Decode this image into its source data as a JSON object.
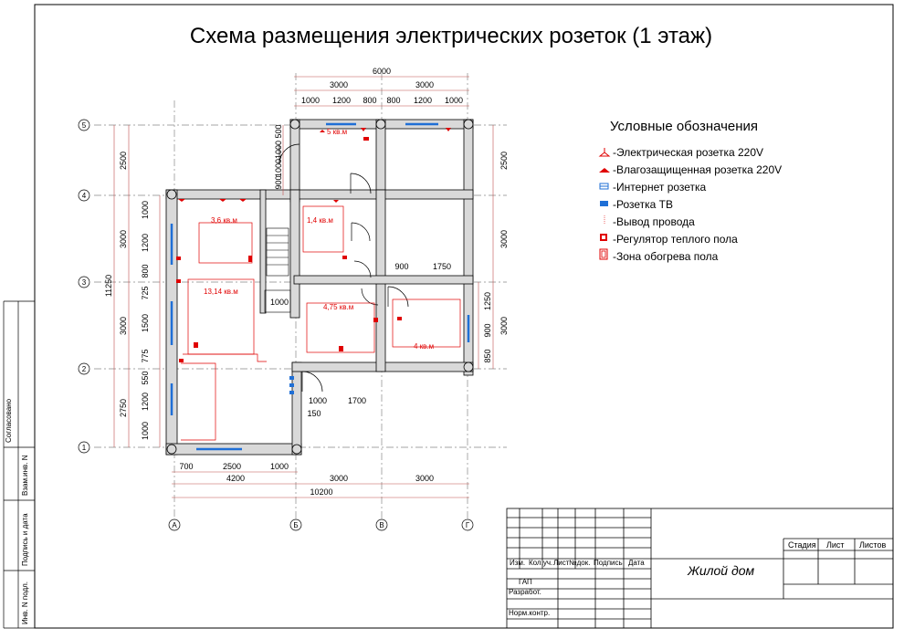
{
  "title": "Схема размещения электрических розеток (1 этаж)",
  "legend": {
    "title": "Условные обозначения",
    "items": [
      {
        "label": "-Электрическая розетка 220V",
        "icon": "socket-icon"
      },
      {
        "label": "-Влагозащищенная розетка 220V",
        "icon": "waterproof-socket-icon"
      },
      {
        "label": "-Интернет розетка",
        "icon": "internet-socket-icon"
      },
      {
        "label": "-Розетка ТВ",
        "icon": "tv-socket-icon"
      },
      {
        "label": "-Вывод провода",
        "icon": "wire-outlet-icon"
      },
      {
        "label": "-Регулятор теплого пола",
        "icon": "floor-heating-regulator-icon"
      },
      {
        "label": "-Зона обогрева пола",
        "icon": "floor-heating-zone-icon"
      }
    ]
  },
  "rooms": [
    "5 кв.м",
    "3,6 кв.м",
    "1,4 кв.м",
    "13,14 кв.м",
    "4,75 кв.м",
    "4 кв.м"
  ],
  "axes": {
    "rows": [
      "5",
      "4",
      "3",
      "2",
      "1"
    ],
    "cols": [
      "А",
      "Б",
      "В",
      "Г"
    ]
  },
  "dims": {
    "top_total": "6000",
    "top_mid": [
      "3000",
      "3000"
    ],
    "top_small": [
      "1000",
      "1200",
      "800",
      "800",
      "1200",
      "1000"
    ],
    "bottom_a": [
      "700",
      "2500",
      "1000"
    ],
    "bottom_b": [
      "4200",
      "3000",
      "3000"
    ],
    "bottom_total": "10200",
    "left_outer": [
      "2500",
      "3000",
      "3000",
      "2750"
    ],
    "left_total": "11250",
    "left_inner": [
      "1000",
      "1200",
      "800",
      "725",
      "1500",
      "775",
      "550",
      "1200",
      "1000"
    ],
    "right": [
      "2500",
      "3000",
      "3000"
    ],
    "right_inner": [
      "1250",
      "900",
      "850"
    ],
    "top_right_vertical": [
      "500",
      "1000",
      "1000",
      "900"
    ],
    "interior": [
      "900",
      "1750",
      "1000",
      "1700",
      "150",
      "1000"
    ]
  },
  "title_block": {
    "headers": [
      "Изм.",
      "Кол.уч.",
      "Лист",
      "№док.",
      "Подпись",
      "Дата"
    ],
    "roles": [
      "ГАП",
      "Разработ.",
      "Норм.контр."
    ],
    "project": "Жилой дом",
    "stage_cols": [
      "Стадия",
      "Лист",
      "Листов"
    ]
  },
  "side_stamp": [
    "Согласовано",
    "Взам.инв. N",
    "Подпись и дата",
    "Инв. N подл."
  ],
  "colors": {
    "wall": "#d9d9d9",
    "dim": "#c0504d",
    "red": "#e00000",
    "blue": "#1f6fd6",
    "line": "#000000"
  }
}
